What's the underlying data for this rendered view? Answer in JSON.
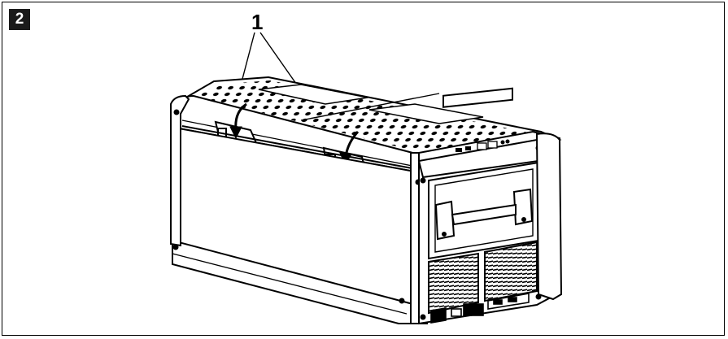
{
  "figure": {
    "number": "2",
    "callout_label": "1",
    "subject": "cooler-box-illustration"
  },
  "colors": {
    "line": "#000000",
    "badge_bg": "#1a1a1a",
    "badge_text": "#ffffff",
    "background": "#ffffff"
  }
}
